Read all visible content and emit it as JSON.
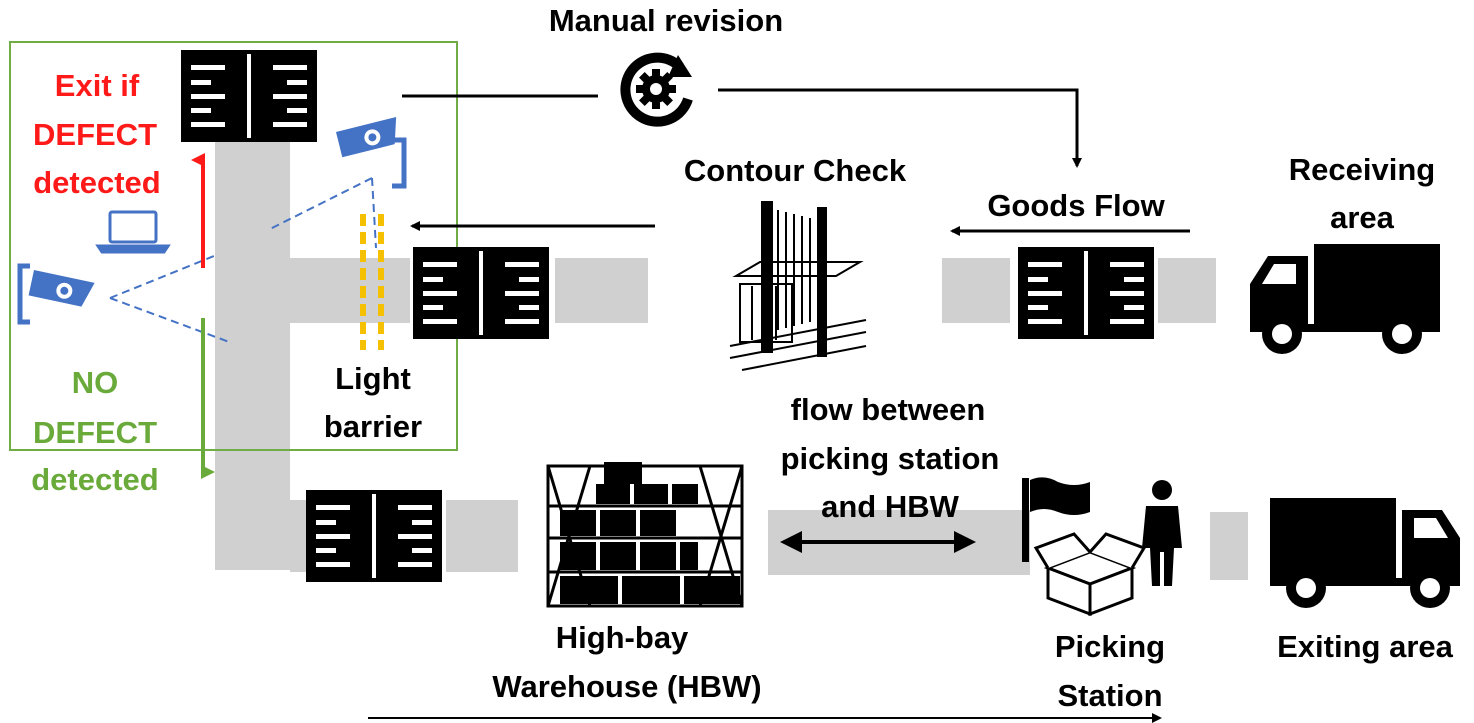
{
  "labels": {
    "manual_revision": "Manual revision",
    "contour_check": "Contour Check",
    "goods_flow": "Goods Flow",
    "receiving_line1": "Receiving",
    "receiving_line2": "area",
    "exit_line1": "Exit if",
    "exit_line2": "DEFECT",
    "exit_line3": "detected",
    "no_defect_line1": "NO",
    "no_defect_line2": "DEFECT",
    "no_defect_line3": "detected",
    "light_line1": "Light",
    "light_line2": "barrier",
    "flow_line1": "flow between",
    "flow_line2": "picking station",
    "flow_line3": "and HBW",
    "hbw_line1": "High-bay",
    "hbw_line2": "Warehouse (HBW)",
    "picking_line1": "Picking",
    "picking_line2": "Station",
    "exiting_area": "Exiting area"
  },
  "colors": {
    "defect_red": "#ff1a1a",
    "no_defect_green": "#6aaa3a",
    "inspection_box": "#70ad47",
    "camera_blue": "#4472c4",
    "light_barrier_yellow": "#f5c000",
    "conveyor_gray": "#d0d0d0"
  },
  "icons": [
    "gear-refresh-icon",
    "camera-icon",
    "laptop-icon",
    "truck-icon",
    "pallet-icon",
    "rack-icon",
    "flag-icon",
    "box-icon",
    "person-icon",
    "contour-frame-icon"
  ]
}
